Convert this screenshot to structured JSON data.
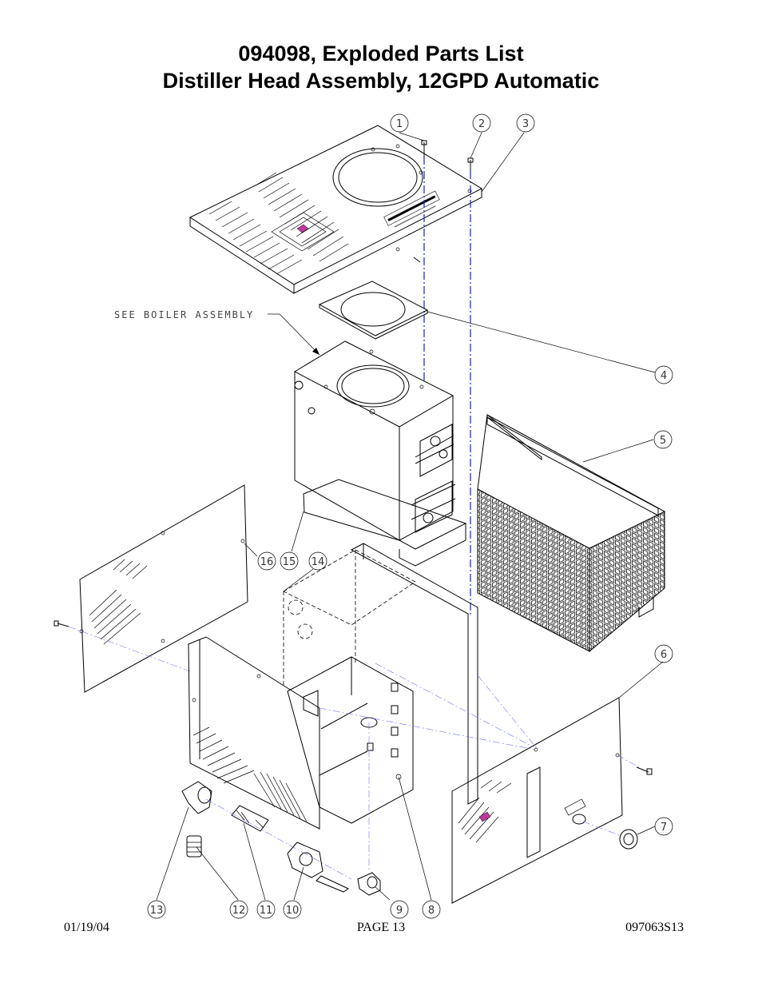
{
  "header": {
    "title_line1": "094098, Exploded Parts List",
    "title_line2": "Distiller Head Assembly, 12GPD Automatic"
  },
  "drawing": {
    "note": "SEE BOILER ASSEMBLY",
    "callouts": [
      "1",
      "2",
      "3",
      "4",
      "5",
      "6",
      "7",
      "8",
      "9",
      "10",
      "11",
      "12",
      "13",
      "14",
      "15",
      "16"
    ]
  },
  "footer": {
    "date": "01/19/04",
    "page": "PAGE 13",
    "doc_number": "097063S13"
  }
}
